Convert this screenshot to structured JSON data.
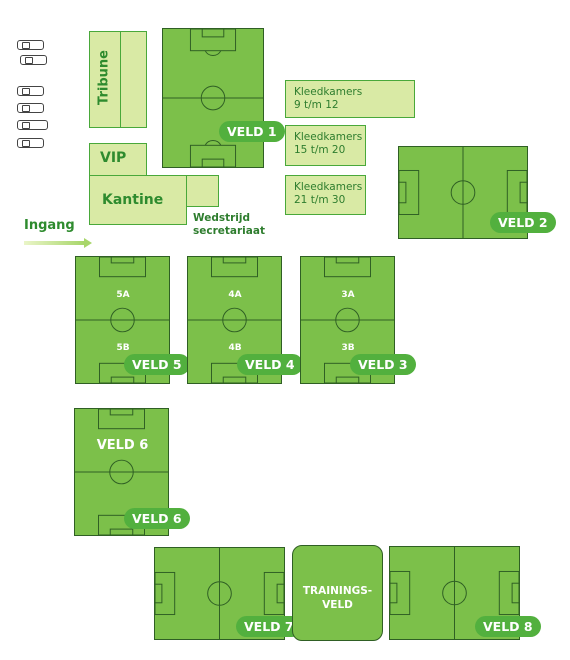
{
  "buildings": {
    "tribune": "Tribune",
    "vip": "VIP",
    "kantine": "Kantine",
    "wedstrijd_line1": "Wedstrijd",
    "wedstrijd_line2": "secretariaat",
    "kleedkamers_1_line1": "Kleedkamers",
    "kleedkamers_1_line2": "9 t/m 12",
    "kleedkamers_2_line1": "Kleedkamers",
    "kleedkamers_2_line2": "15 t/m 20",
    "kleedkamers_3_line1": "Kleedkamers",
    "kleedkamers_3_line2": "21 t/m 30"
  },
  "entrance": {
    "label": "Ingang"
  },
  "fields": {
    "veld1": "VELD 1",
    "veld2": "VELD 2",
    "veld3": "VELD 3",
    "veld4": "VELD 4",
    "veld5": "VELD 5",
    "veld6": "VELD 6",
    "veld6_title": "VELD 6",
    "veld7": "VELD 7",
    "veld8": "VELD 8",
    "training_line1": "TRAININGS-",
    "training_line2": "VELD",
    "sub_5a": "5A",
    "sub_5b": "5B",
    "sub_4a": "4A",
    "sub_4b": "4B",
    "sub_3a": "3A",
    "sub_3b": "3B"
  },
  "colors": {
    "field_green": "#7cc04a",
    "building_fill": "#d9eaa5",
    "badge_green": "#52b03e",
    "label_green": "#2e8b2e"
  }
}
